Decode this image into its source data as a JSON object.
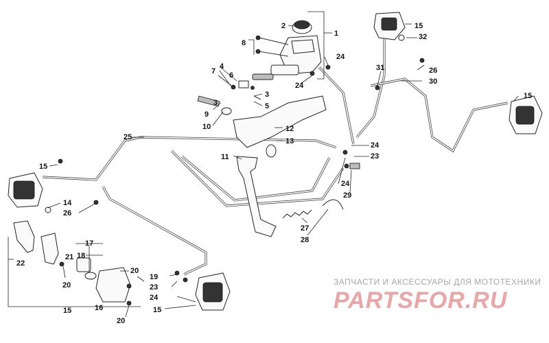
{
  "labels": {
    "l1": "1",
    "l2": "2",
    "l3a": "3",
    "l3b": "3",
    "l4": "4",
    "l5": "5",
    "l6": "6",
    "l7": "7",
    "l8": "8",
    "l9": "9",
    "l10": "10",
    "l11": "11",
    "l12": "12",
    "l13": "13",
    "l14": "14",
    "l15a": "15",
    "l15b": "15",
    "l15c": "15",
    "l15d": "15",
    "l15e": "15",
    "l16": "16",
    "l17": "17",
    "l18": "18",
    "l19": "19",
    "l20a": "20",
    "l20b": "20",
    "l20c": "20",
    "l21": "21",
    "l22": "22",
    "l23a": "23",
    "l23b": "23",
    "l24a": "24",
    "l24b": "24",
    "l24c": "24",
    "l24d": "24",
    "l24e": "24",
    "l25": "25",
    "l26a": "26",
    "l26b": "26",
    "l27": "27",
    "l28": "28",
    "l29": "29",
    "l30": "30",
    "l31": "31",
    "l32": "32"
  },
  "watermark": {
    "caption": "ЗАПЧАСТИ И АКСЕССУАРЫ ДЛЯ МОТОТЕХНИКИ",
    "logo": "PARTSFOR.RU"
  }
}
